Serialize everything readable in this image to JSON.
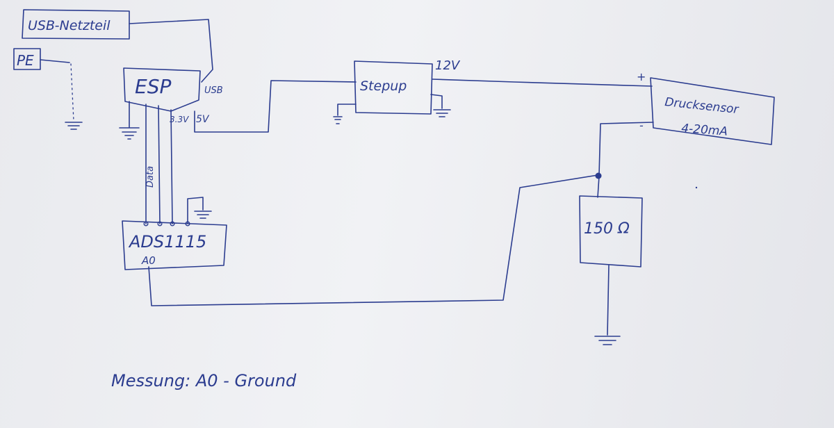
{
  "diagram": {
    "ink_color": "#2b3c8f",
    "paper_color": "#eeeff2",
    "components": {
      "usb_psu": "USB-Netzteil",
      "pe": "PE",
      "esp": "ESP",
      "stepup": "Stepup",
      "pressure_sensor_line1": "Drucksensor",
      "pressure_sensor_line2": "4-20mA",
      "resistor": "150 Ω",
      "adc": "ADS1115"
    },
    "labels": {
      "usb": "USB",
      "v33": "3.3V",
      "v5": "5V",
      "v12": "12V",
      "plus": "+",
      "minus": "-",
      "data": "Data",
      "a0": "A0",
      "measurement": "Messung: A0 - Ground"
    }
  }
}
